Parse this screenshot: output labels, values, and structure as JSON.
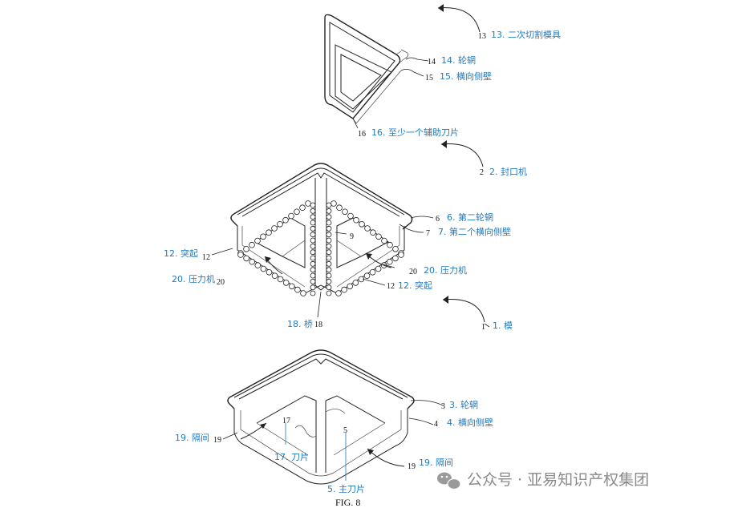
{
  "figure": {
    "caption": "FIG. 8",
    "watermark": "公众号 · 亚易知识产权集团",
    "accent_color": "#1f7bc0"
  },
  "callouts": {
    "c13": {
      "num": "13",
      "text": "13. 二次切割模具"
    },
    "c14": {
      "num": "14",
      "text": "14. 轮辋"
    },
    "c15": {
      "num": "15",
      "text": "15. 横向侧壁"
    },
    "c16": {
      "num": "16",
      "text": "16. 至少一个辅助刀片"
    },
    "c2": {
      "num": "2",
      "text": "2. 封口机"
    },
    "c6": {
      "num": "6",
      "text": "6. 第二轮辋"
    },
    "c7": {
      "num": "7",
      "text": "7. 第二个横向侧壁"
    },
    "c9": {
      "num": "9"
    },
    "c12a": {
      "num": "12",
      "text": "12. 突起"
    },
    "c20a": {
      "num": "20",
      "text": "20. 压力机"
    },
    "c20b": {
      "num": "20",
      "text": "20. 压力机"
    },
    "c12b": {
      "num": "12",
      "text": "12. 突起"
    },
    "c18": {
      "num": "18",
      "text": "18. 桥"
    },
    "c1": {
      "num": "1",
      "text": "1. 模"
    },
    "c3": {
      "num": "3",
      "text": "3. 轮辋"
    },
    "c4": {
      "num": "4",
      "text": "4. 横向侧壁"
    },
    "c19a": {
      "num": "19",
      "text": "19. 隔间"
    },
    "c17": {
      "num": "17",
      "text": "17. 刀片"
    },
    "c5": {
      "num": "5",
      "text": "5. 主刀片"
    },
    "c19b": {
      "num": "19",
      "text": "19. 隔间"
    }
  }
}
